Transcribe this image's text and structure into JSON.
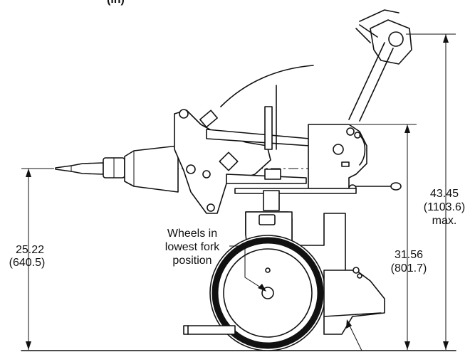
{
  "header_fragment": "(in)",
  "callouts": {
    "wheels_label": [
      "Wheels in",
      "lowest fork",
      "position"
    ]
  },
  "dimensions": {
    "left_height": {
      "inches": "25.22",
      "mm": "(640.5)"
    },
    "middle_height": {
      "inches": "31.56",
      "mm": "(801.7)"
    },
    "right_height": {
      "inches": "43.45",
      "mm": "(1103.6)",
      "note": "max."
    }
  }
}
